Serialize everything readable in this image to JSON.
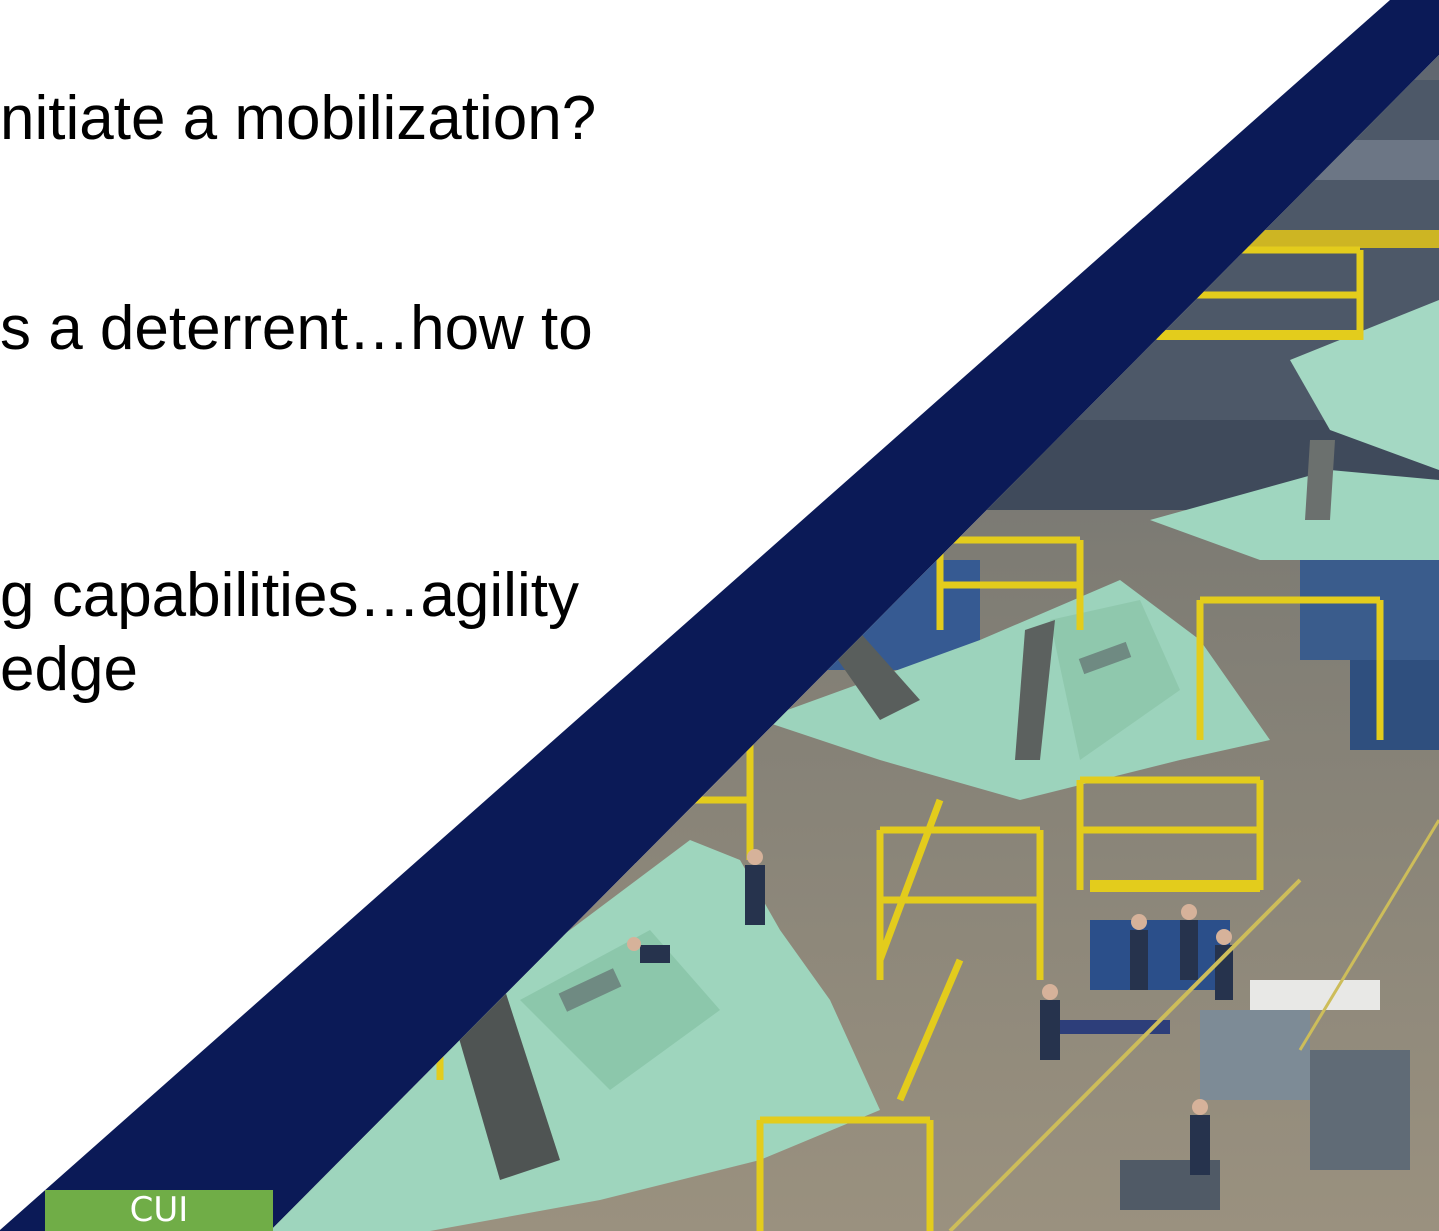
{
  "slide": {
    "bullets": [
      "nitiate a mobilization?",
      "s a deterrent…how to",
      "g capabilities…agility",
      "edge"
    ],
    "marking_label": "CUI"
  },
  "colors": {
    "band": "#0b1a57",
    "marking_bg": "#70ad47",
    "aircraft_skin": "#9fd6bf",
    "scaffold": "#e3cc1c",
    "floor": "#8f8778"
  }
}
